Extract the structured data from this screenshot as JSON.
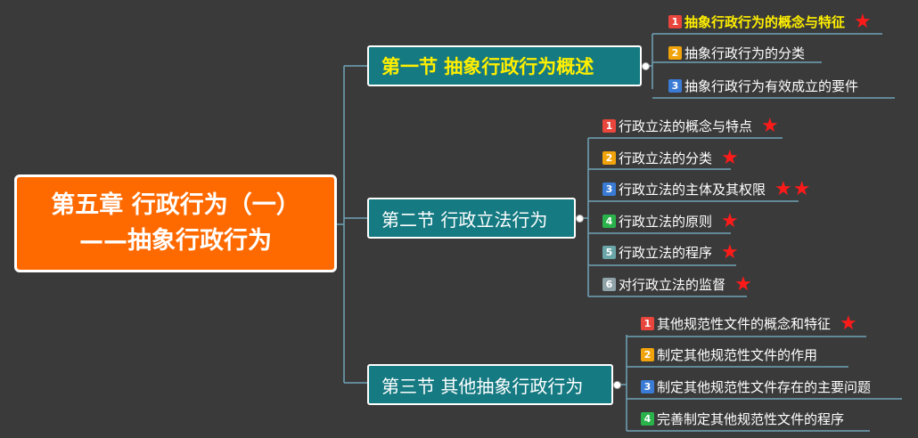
{
  "root": {
    "line1": "第五章 行政行为（一）",
    "line2": "——抽象行政行为"
  },
  "sections": [
    {
      "title": "第一节 抽象行政行为概述",
      "items": [
        {
          "num": "1",
          "text": "抽象行政行为的概念与特征",
          "stars": "★"
        },
        {
          "num": "2",
          "text": "抽象行政行为的分类",
          "stars": ""
        },
        {
          "num": "3",
          "text": "抽象行政行为有效成立的要件",
          "stars": ""
        }
      ]
    },
    {
      "title": "第二节 行政立法行为",
      "items": [
        {
          "num": "1",
          "text": "行政立法的概念与特点",
          "stars": "★"
        },
        {
          "num": "2",
          "text": "行政立法的分类",
          "stars": "★"
        },
        {
          "num": "3",
          "text": "行政立法的主体及其权限",
          "stars": "★★"
        },
        {
          "num": "4",
          "text": "行政立法的原则",
          "stars": "★"
        },
        {
          "num": "5",
          "text": "行政立法的程序",
          "stars": "★"
        },
        {
          "num": "6",
          "text": "对行政立法的监督",
          "stars": "★"
        }
      ]
    },
    {
      "title": "第三节 其他抽象行政行为",
      "items": [
        {
          "num": "1",
          "text": "其他规范性文件的概念和特征",
          "stars": "★"
        },
        {
          "num": "2",
          "text": "制定其他规范性文件的作用",
          "stars": ""
        },
        {
          "num": "3",
          "text": "制定其他规范性文件存在的主要问题",
          "stars": ""
        },
        {
          "num": "4",
          "text": "完善制定其他规范性文件的程序",
          "stars": ""
        }
      ]
    }
  ],
  "colors": {
    "background": "#3a3a3a",
    "root": "#ff6a00",
    "section": "#157a82",
    "highlight_text": "#ffef00",
    "star": "#ff1a1a",
    "line": "#6fa3b8"
  }
}
